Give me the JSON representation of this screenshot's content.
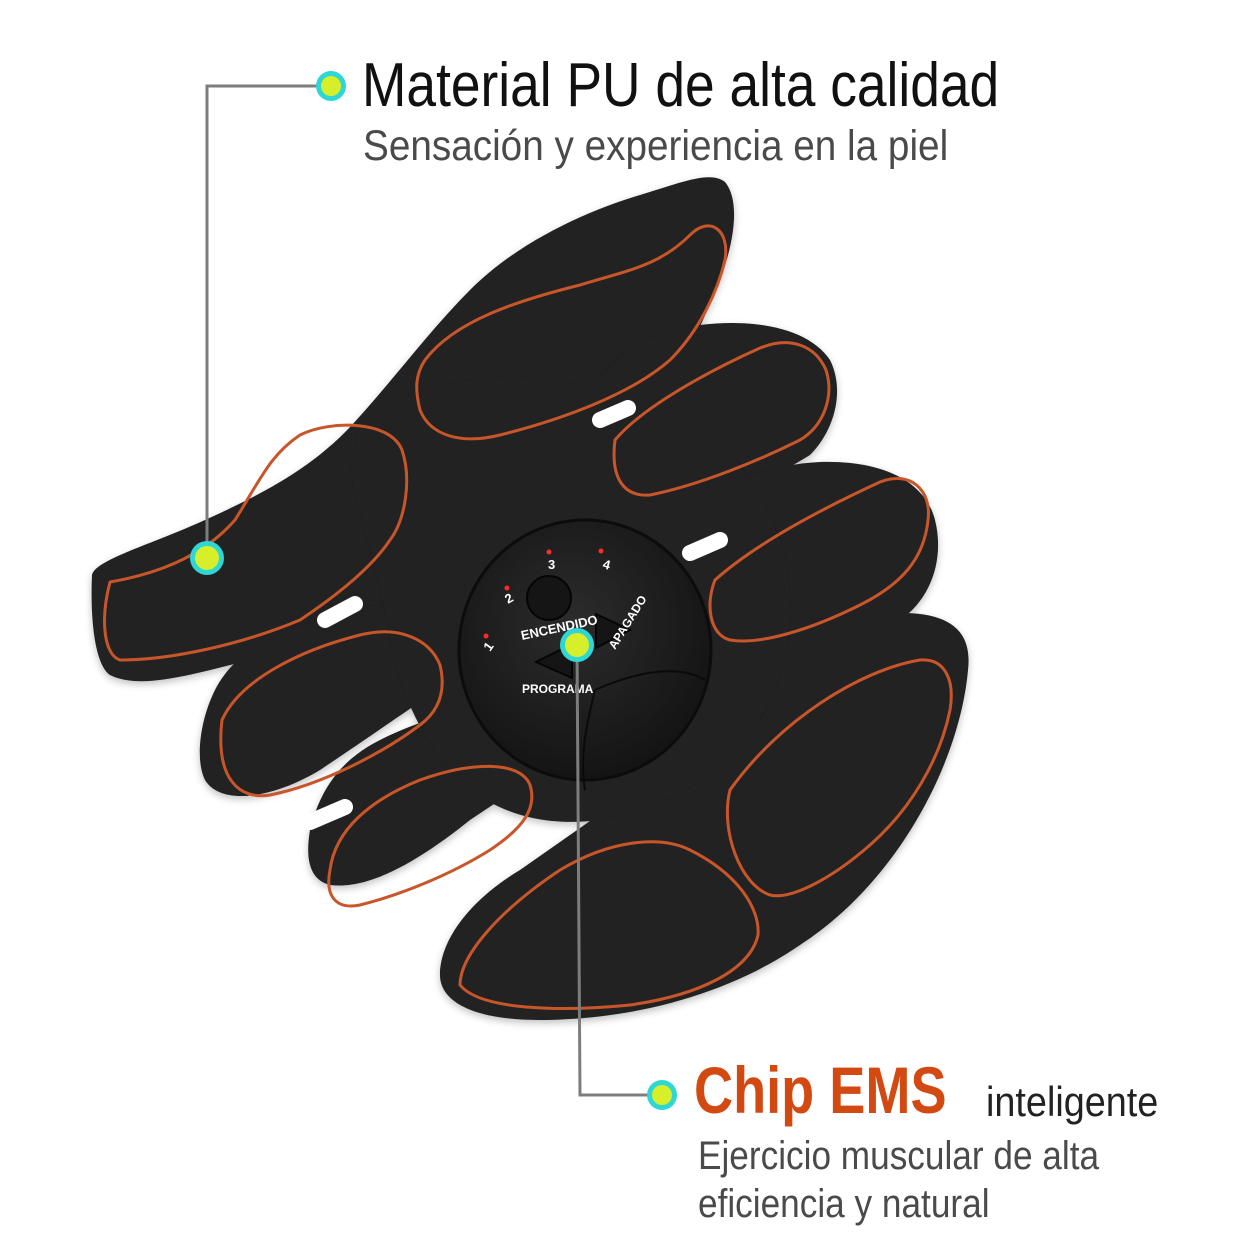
{
  "feature_top": {
    "title": "Material PU de alta calidad",
    "subtitle": "Sensación y experiencia en la piel"
  },
  "feature_bottom": {
    "highlight": "Chip EMS",
    "suffix": "inteligente",
    "desc_line1": "Ejercicio muscular de alta",
    "desc_line2": "eficiencia y natural"
  },
  "controller": {
    "power_label": "ENCENDIDO",
    "off_label": "APAGADO",
    "program_label": "PROGRAMA",
    "levels": [
      "1",
      "2",
      "3",
      "4"
    ]
  },
  "colors": {
    "pad_fill": "#202020",
    "electrode_outline": "#c8562a",
    "marker_fill": "#d7ef2a",
    "marker_ring": "#2fd6d6",
    "connector_line": "#7d7d7d",
    "chip_highlight": "#d24a12",
    "title_text": "#111111",
    "subtitle_text": "#4a4a4a"
  },
  "icons": [
    "marker-dot-icon",
    "power-button-icon",
    "arrow-right-icon",
    "arrow-left-icon",
    "led-indicator-icon"
  ]
}
